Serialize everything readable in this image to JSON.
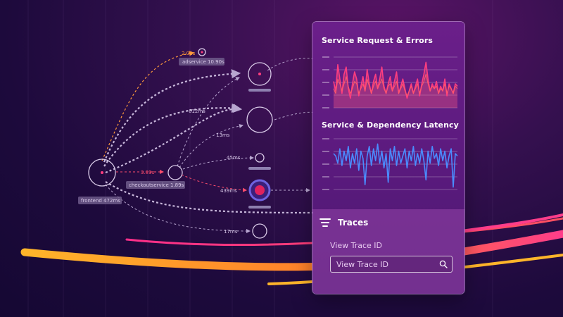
{
  "service_map": {
    "edge_labels": {
      "ad_latency": "2.02s",
      "frontend_up1": "612ms",
      "frontend_up2": "13ms",
      "checkout_latency": "3.89s",
      "checkout_to_small": "45ms",
      "checkout_to_highlight": "439ms",
      "frontend_to_bottom": "17ms"
    },
    "node_labels": {
      "adservice": "adservice 10.90s",
      "checkoutservice": "checkoutservice 1.89s",
      "frontend": "frontend 472ms"
    }
  },
  "panel": {
    "requests_chart": {
      "title": "Service  Request & Errors",
      "series": [
        {
          "name": "",
          "color": "#ff3d7f",
          "values": [
            0.55,
            0.35,
            0.9,
            0.6,
            0.3,
            0.7,
            0.85,
            0.4,
            0.2,
            0.5,
            0.75,
            0.6,
            0.25,
            0.45,
            0.65,
            0.35,
            0.8,
            0.5,
            0.3,
            0.55,
            0.7,
            0.4,
            0.6,
            0.85,
            0.45,
            0.3,
            0.5,
            0.65,
            0.35,
            0.55,
            0.75,
            0.3,
            0.45,
            0.6,
            0.4,
            0.2,
            0.35,
            0.5,
            0.3,
            0.45,
            0.6,
            0.25,
            0.5,
            0.7,
            0.95,
            0.6,
            0.35,
            0.5,
            0.4,
            0.55,
            0.3,
            0.45,
            0.35,
            0.6,
            0.25,
            0.5,
            0.4,
            0.3,
            0.5,
            0.45
          ]
        },
        {
          "name": "",
          "color": "#ff5a6a",
          "values": [
            0.4,
            0.3,
            0.6,
            0.5,
            0.35,
            0.5,
            0.65,
            0.45,
            0.3,
            0.4,
            0.55,
            0.5,
            0.3,
            0.4,
            0.5,
            0.35,
            0.6,
            0.45,
            0.3,
            0.45,
            0.55,
            0.4,
            0.5,
            0.6,
            0.4,
            0.3,
            0.45,
            0.5,
            0.35,
            0.45,
            0.55,
            0.3,
            0.4,
            0.5,
            0.35,
            0.25,
            0.35,
            0.45,
            0.3,
            0.4,
            0.5,
            0.3,
            0.45,
            0.55,
            0.7,
            0.5,
            0.35,
            0.45,
            0.4,
            0.45,
            0.3,
            0.4,
            0.35,
            0.5,
            0.3,
            0.45,
            0.4,
            0.3,
            0.45,
            0.4
          ]
        }
      ]
    },
    "latency_chart": {
      "title": "Service & Dependency Latency",
      "series": [
        {
          "name": "",
          "color": "#4a8cff",
          "values": [
            0.75,
            0.7,
            0.55,
            0.85,
            0.5,
            0.8,
            0.6,
            0.9,
            0.45,
            0.75,
            0.55,
            0.85,
            0.4,
            0.8,
            0.65,
            0.1,
            0.7,
            0.9,
            0.5,
            0.85,
            0.6,
            0.95,
            0.55,
            0.8,
            0.45,
            0.75,
            0.15,
            0.85,
            0.6,
            0.9,
            0.5,
            0.8,
            0.55,
            0.7,
            0.85,
            0.45,
            0.8,
            0.6,
            0.9,
            0.5,
            0.75,
            0.55,
            0.85,
            0.6,
            0.2,
            0.8,
            0.55,
            0.9,
            0.65,
            0.75,
            0.5,
            0.85,
            0.6,
            0.8,
            0.45,
            0.7,
            0.85,
            0.05,
            0.75,
            0.7
          ]
        }
      ]
    },
    "traces": {
      "title": "Traces",
      "field_label": "View Trace ID",
      "search_placeholder": "View Trace ID"
    }
  }
}
